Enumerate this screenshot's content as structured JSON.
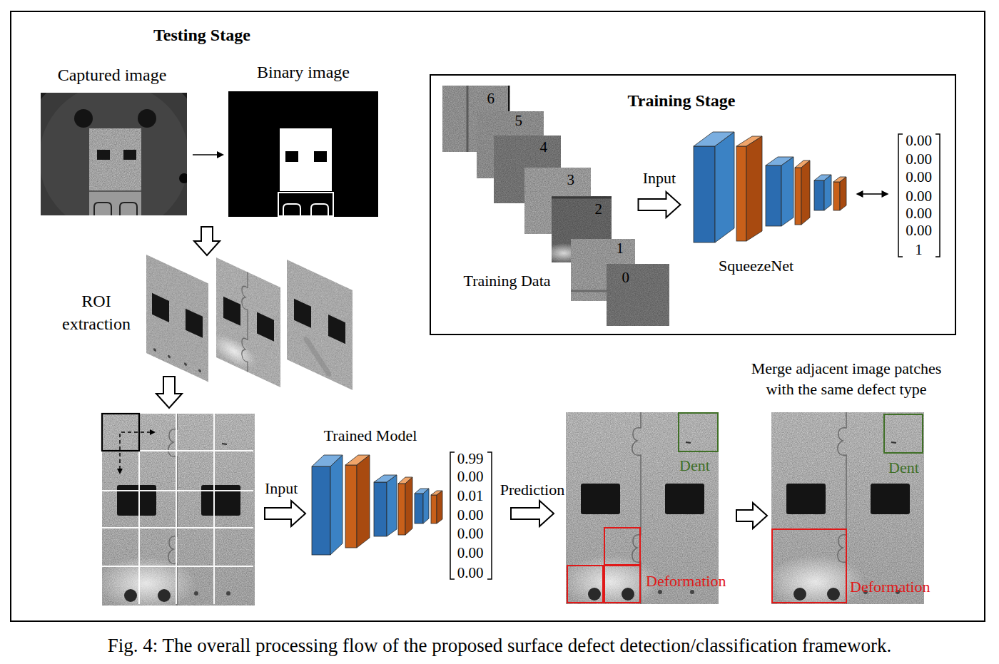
{
  "diagram": {
    "caption": "Fig. 4: The overall processing flow of the proposed surface defect detection/classification framework.",
    "nodes": [
      {
        "text": [
          "Testing Stage"
        ]
      },
      {
        "text": [
          "Captured image"
        ],
        "in": 0
      },
      {
        "text": [
          "Binary image"
        ],
        "in": 0
      },
      {
        "text": [
          "Training Stage"
        ],
        "in": 0
      },
      {
        "text": [
          "6",
          "5",
          "4",
          "3",
          "2",
          "1",
          "0",
          "Training Data"
        ],
        "in": 3
      },
      {
        "text": [
          "SqueezeNet"
        ],
        "in": 3
      },
      {
        "text": [
          "0.00",
          "0.00",
          "0.00",
          "0.00",
          "0.00",
          "0.00",
          "1"
        ],
        "in": 3
      },
      {
        "text": [
          "ROI extraction"
        ],
        "in": 0
      },
      {
        "text": [
          "Trained Model"
        ],
        "in": 0
      },
      {
        "text": [
          "0.99",
          "0.00",
          "0.01",
          "0.00",
          "0.00",
          "0.00",
          "0.00"
        ],
        "in": 0
      },
      {
        "text": [
          "Dent",
          "Deformation"
        ],
        "in": 0
      },
      {
        "text": [
          "Merge adjacent image patches with the same defect type",
          "Dent",
          "Deformation"
        ],
        "in": 0
      }
    ],
    "edges": [
      {
        "from": 1,
        "to": 2,
        "arrow": "to"
      },
      {
        "from": 4,
        "to": 5,
        "label": "Input",
        "arrow": "to"
      },
      {
        "from": 5,
        "to": 6,
        "arrow": "both"
      },
      {
        "from": 2,
        "to": 7,
        "arrow": "to"
      },
      {
        "from": 9,
        "to": 10,
        "label": "Prediction",
        "arrow": "to"
      },
      {
        "from": 10,
        "to": 11,
        "arrow": "to"
      }
    ],
    "labels": [
      "Input"
    ]
  }
}
